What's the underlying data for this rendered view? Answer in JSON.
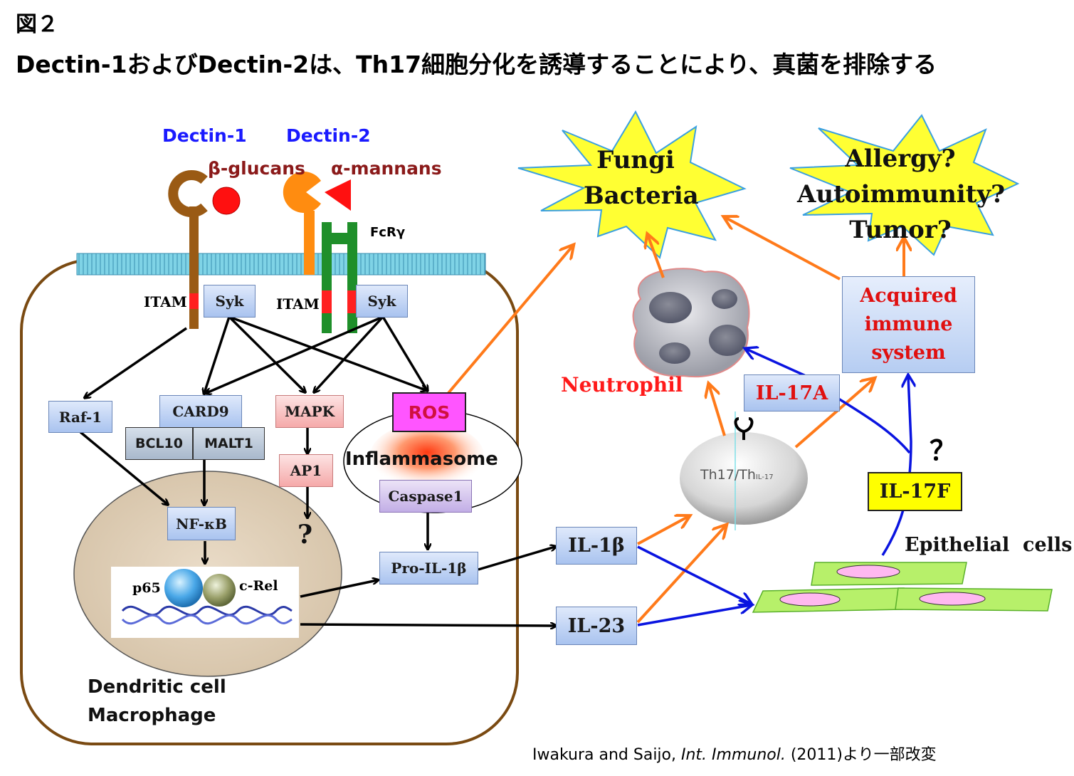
{
  "header": {
    "figure_label": "図２",
    "title": "Dectin-1およびDectin-2は、Th17細胞分化を誘導することにより、真菌を排除する"
  },
  "receptors": {
    "dectin1": "Dectin-1",
    "dectin2": "Dectin-2",
    "ligand1": "β-glucans",
    "ligand2": "α-mannans",
    "fcr": "FcRγ",
    "itam1": "ITAM",
    "itam2": "ITAM",
    "syk1": "Syk",
    "syk2": "Syk"
  },
  "signaling": {
    "raf1": "Raf-1",
    "card9": "CARD9",
    "bcl10": "BCL10",
    "malt1": "MALT1",
    "mapk": "MAPK",
    "ap1": "AP1",
    "ros": "ROS",
    "inflammasome": "Inflammasome",
    "caspase1": "Caspase1",
    "nfkb": "NF-κB",
    "question_nucleus": "?",
    "p65": "p65",
    "crel": "c-Rel",
    "pro_il1b": "Pro-IL-1β"
  },
  "cell": {
    "line1": "Dendritic cell",
    "line2": "Macrophage"
  },
  "outputs": {
    "il1b": "IL-1β",
    "il23": "IL-23",
    "il17a": "IL-17A",
    "il17f": "IL-17F",
    "question_right": "？",
    "neutrophil": "Neutrophil",
    "th17": "Th17/Th",
    "th17_sub": "IL-17",
    "epithelial": "Epithelial  cells",
    "acquired": [
      "Acquired",
      "immune",
      "system"
    ]
  },
  "stars": {
    "fungi": [
      "Fungi",
      "Bacteria"
    ],
    "allergy": [
      "Allergy?",
      "Autoimmunity?",
      "Tumor?"
    ]
  },
  "citation": {
    "authors": "Iwakura and Saijo, ",
    "journal": "Int. Immunol.",
    "rest": " (2011)より一部改変"
  },
  "colors": {
    "receptor_label": "#1a1aff",
    "ligand_label": "#8b1a1a",
    "red_text": "#ff1a1a",
    "orange_arrow": "#ff7a1a",
    "blue_arrow": "#0a14e0",
    "cell_border": "#7a4a12",
    "star_fill": "#ffff33",
    "ros_fill": "#ff55ff",
    "il17f_fill": "#ffff00",
    "epithelial_fill": "#b7f06a"
  }
}
